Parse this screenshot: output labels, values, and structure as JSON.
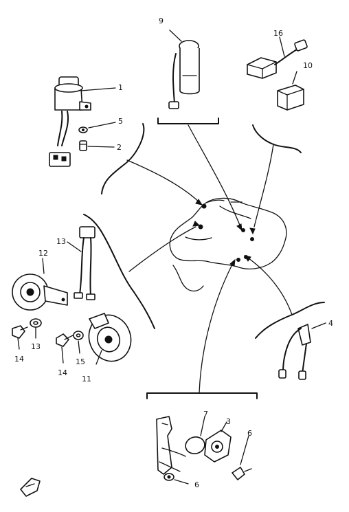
{
  "callouts": [
    {
      "id": "part-1",
      "label": "1"
    },
    {
      "id": "part-2",
      "label": "2"
    },
    {
      "id": "part-3-upper",
      "label": "3"
    },
    {
      "id": "part-3-lower",
      "label": "3"
    },
    {
      "id": "part-4",
      "label": "4"
    },
    {
      "id": "part-5",
      "label": "5"
    },
    {
      "id": "part-6-right",
      "label": "6"
    },
    {
      "id": "part-6-bottom",
      "label": "6"
    },
    {
      "id": "part-7",
      "label": "7"
    },
    {
      "id": "part-9",
      "label": "9"
    },
    {
      "id": "part-10",
      "label": "10"
    },
    {
      "id": "part-11",
      "label": "11"
    },
    {
      "id": "part-12",
      "label": "12"
    },
    {
      "id": "part-13-upper",
      "label": "13"
    },
    {
      "id": "part-13-lower",
      "label": "13"
    },
    {
      "id": "part-14-left",
      "label": "14"
    },
    {
      "id": "part-14-right",
      "label": "14"
    },
    {
      "id": "part-15",
      "label": "15"
    },
    {
      "id": "part-16",
      "label": "16"
    }
  ]
}
